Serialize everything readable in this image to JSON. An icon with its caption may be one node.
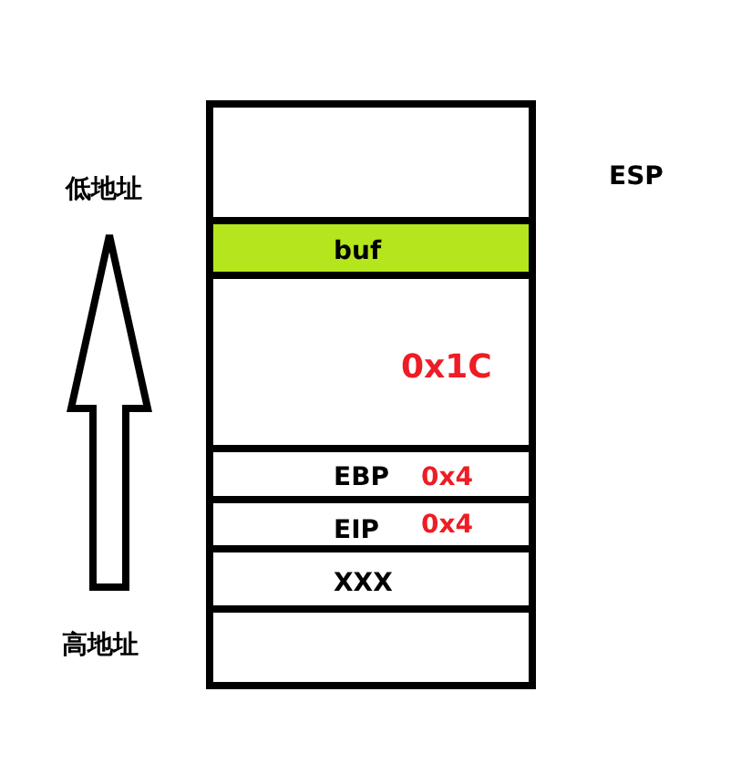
{
  "diagram": {
    "nodes": [
      {
        "text": [],
        "shape": "box"
      },
      {
        "text": [
          "buf"
        ]
      },
      {
        "text": [
          "0x1C"
        ]
      },
      {
        "text": [
          "EBP",
          "0x4"
        ]
      },
      {
        "text": [
          "EIP",
          "0x4"
        ]
      },
      {
        "text": [
          "XXX"
        ]
      },
      {
        "text": [],
        "shape": "box"
      }
    ],
    "edges": [],
    "labels": [
      "ESP",
      "低地址",
      "高地址"
    ]
  }
}
